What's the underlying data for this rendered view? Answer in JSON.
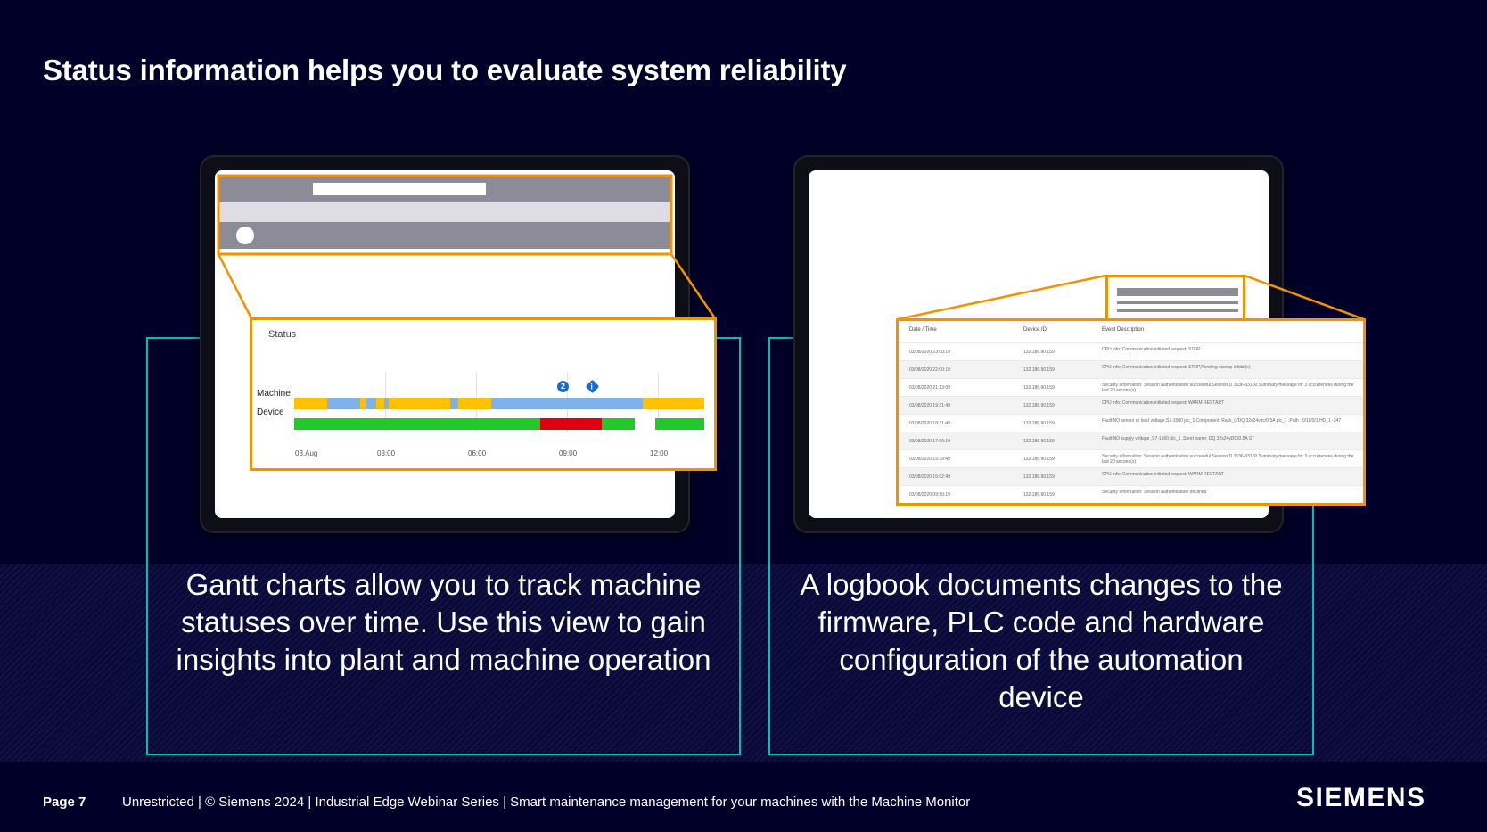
{
  "slide": {
    "title": "Status information helps you to evaluate system reliability",
    "left_caption": "Gantt charts allow you to track machine statuses over time. Use this view to gain insights into plant and machine operation",
    "right_caption": "A logbook documents changes to the firmware, PLC code and hardware configuration of the automation device"
  },
  "gantt": {
    "panel_title": "Status",
    "row_labels": [
      "Machine",
      "Device"
    ],
    "axis_labels": [
      "03.Aug",
      "03:00",
      "06:00",
      "09:00",
      "12:00"
    ],
    "event_markers": [
      "2",
      "i"
    ],
    "colors": {
      "running": "#ffc000",
      "idle": "#7fb2ea",
      "ok": "#25c82a",
      "fault": "#e00011"
    }
  },
  "logbook": {
    "columns": [
      "Date / Time",
      "Device ID",
      "Event Description"
    ],
    "rows": [
      [
        "03/08/2020 23:00:19",
        "132.186.90.159",
        "CPU info: Communication initiated request: STOP"
      ],
      [
        "03/08/2020 22:00:19",
        "132.186.90.159",
        "CPU info: Communication initiated request: STOP,Pending startup inhibit(s)"
      ],
      [
        "03/08/2020 21:13:09",
        "132.186.90.159",
        "Security information: Session authentication successful,SessionID 1536-33100,Summary message for 3 occurrences during the last 20 second(s)"
      ],
      [
        "03/08/2020 19:31:49",
        "132.186.90.159",
        "CPU info: Communication initiated request: WARM RESTART"
      ],
      [
        "03/08/2020 18:31:49",
        "132.186.90.159",
        "Fault:NO sensor or load voltage,S7-1500 plc_1.Component: Rack_0/DQ 32x24vdc/0.5A plc_1 .Path : 0/11/0/1.HD_1 -247"
      ],
      [
        "03/08/2020 17:00:19",
        "132.186.90.159",
        "Fault:NO supply voltage ,S7-1500 plc_1 .Short name: DQ 32x24vDC/0.5A ST"
      ],
      [
        "03/08/2020 15:39:49",
        "132.186.90.159",
        "Security information: Session authentication successful,SessionID 1536-33100,Summary message for 3 occurrences during the last 20 second(s)"
      ],
      [
        "03/08/2020 15:02:49",
        "132.186.90.159",
        "CPU info: Communication initiated request: WARM RESTART"
      ],
      [
        "03/08/2020 09:50:19",
        "132.186.90.159",
        "Security information: Session authentication declined"
      ]
    ]
  },
  "footer": {
    "page": "Page 7",
    "text": "Unrestricted | © Siemens 2024 | Industrial Edge Webinar Series | Smart maintenance management for your machines with the Machine Monitor",
    "logo": "SIEMENS"
  }
}
